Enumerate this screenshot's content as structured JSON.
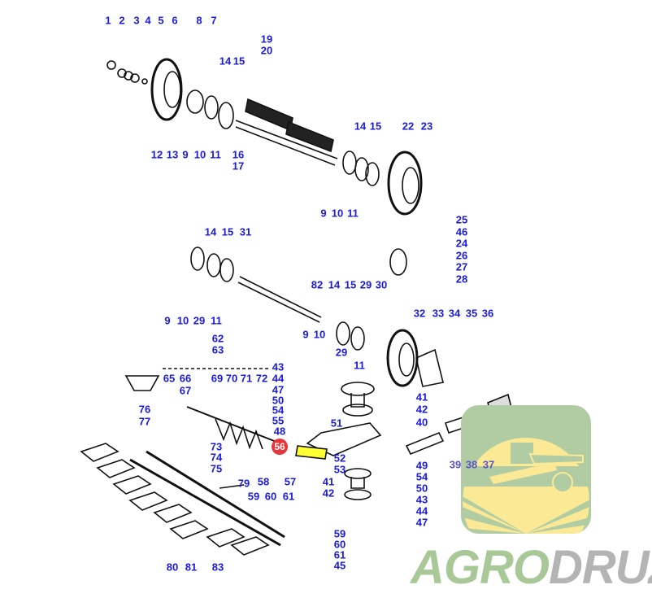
{
  "labels": [
    "1",
    "2",
    "3",
    "4",
    "5",
    "6",
    "8",
    "7",
    "19",
    "20",
    "14",
    "15",
    "12",
    "13",
    "9",
    "10",
    "11",
    "16",
    "17",
    "14",
    "15",
    "22",
    "23",
    "9",
    "10",
    "11",
    "25",
    "46",
    "24",
    "26",
    "27",
    "28",
    "14",
    "15",
    "31",
    "82",
    "14",
    "15",
    "29",
    "30",
    "9",
    "10",
    "29",
    "11",
    "32",
    "33",
    "34",
    "35",
    "36",
    "9",
    "10",
    "29",
    "11",
    "62",
    "63",
    "43",
    "44",
    "47",
    "50",
    "54",
    "55",
    "48",
    "65",
    "66",
    "67",
    "69",
    "70",
    "71",
    "72",
    "41",
    "42",
    "40",
    "51",
    "52",
    "53",
    "76",
    "77",
    "73",
    "74",
    "75",
    "49",
    "54",
    "50",
    "43",
    "44",
    "47",
    "39",
    "38",
    "37",
    "41",
    "42",
    "58",
    "57",
    "79",
    "59",
    "60",
    "61",
    "59",
    "60",
    "61",
    "45",
    "80",
    "81",
    "83"
  ],
  "highlighted_part": "56",
  "highlight_color": "#e8353a",
  "brand": {
    "part1": "AGRO",
    "part2": "DRUZI",
    "color1": "#a8c897",
    "color2": "#b4b4b4"
  }
}
